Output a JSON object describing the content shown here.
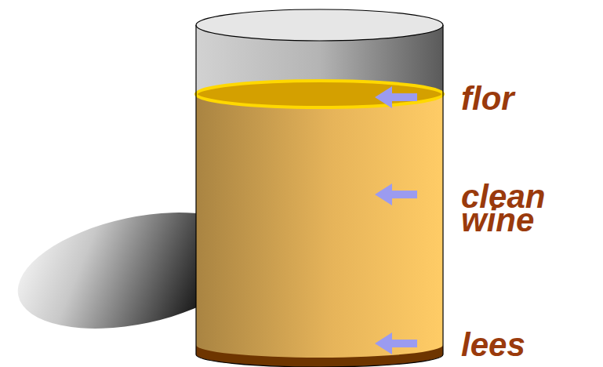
{
  "diagram": {
    "labels": [
      "flor",
      "clean wine",
      "lees"
    ]
  }
}
